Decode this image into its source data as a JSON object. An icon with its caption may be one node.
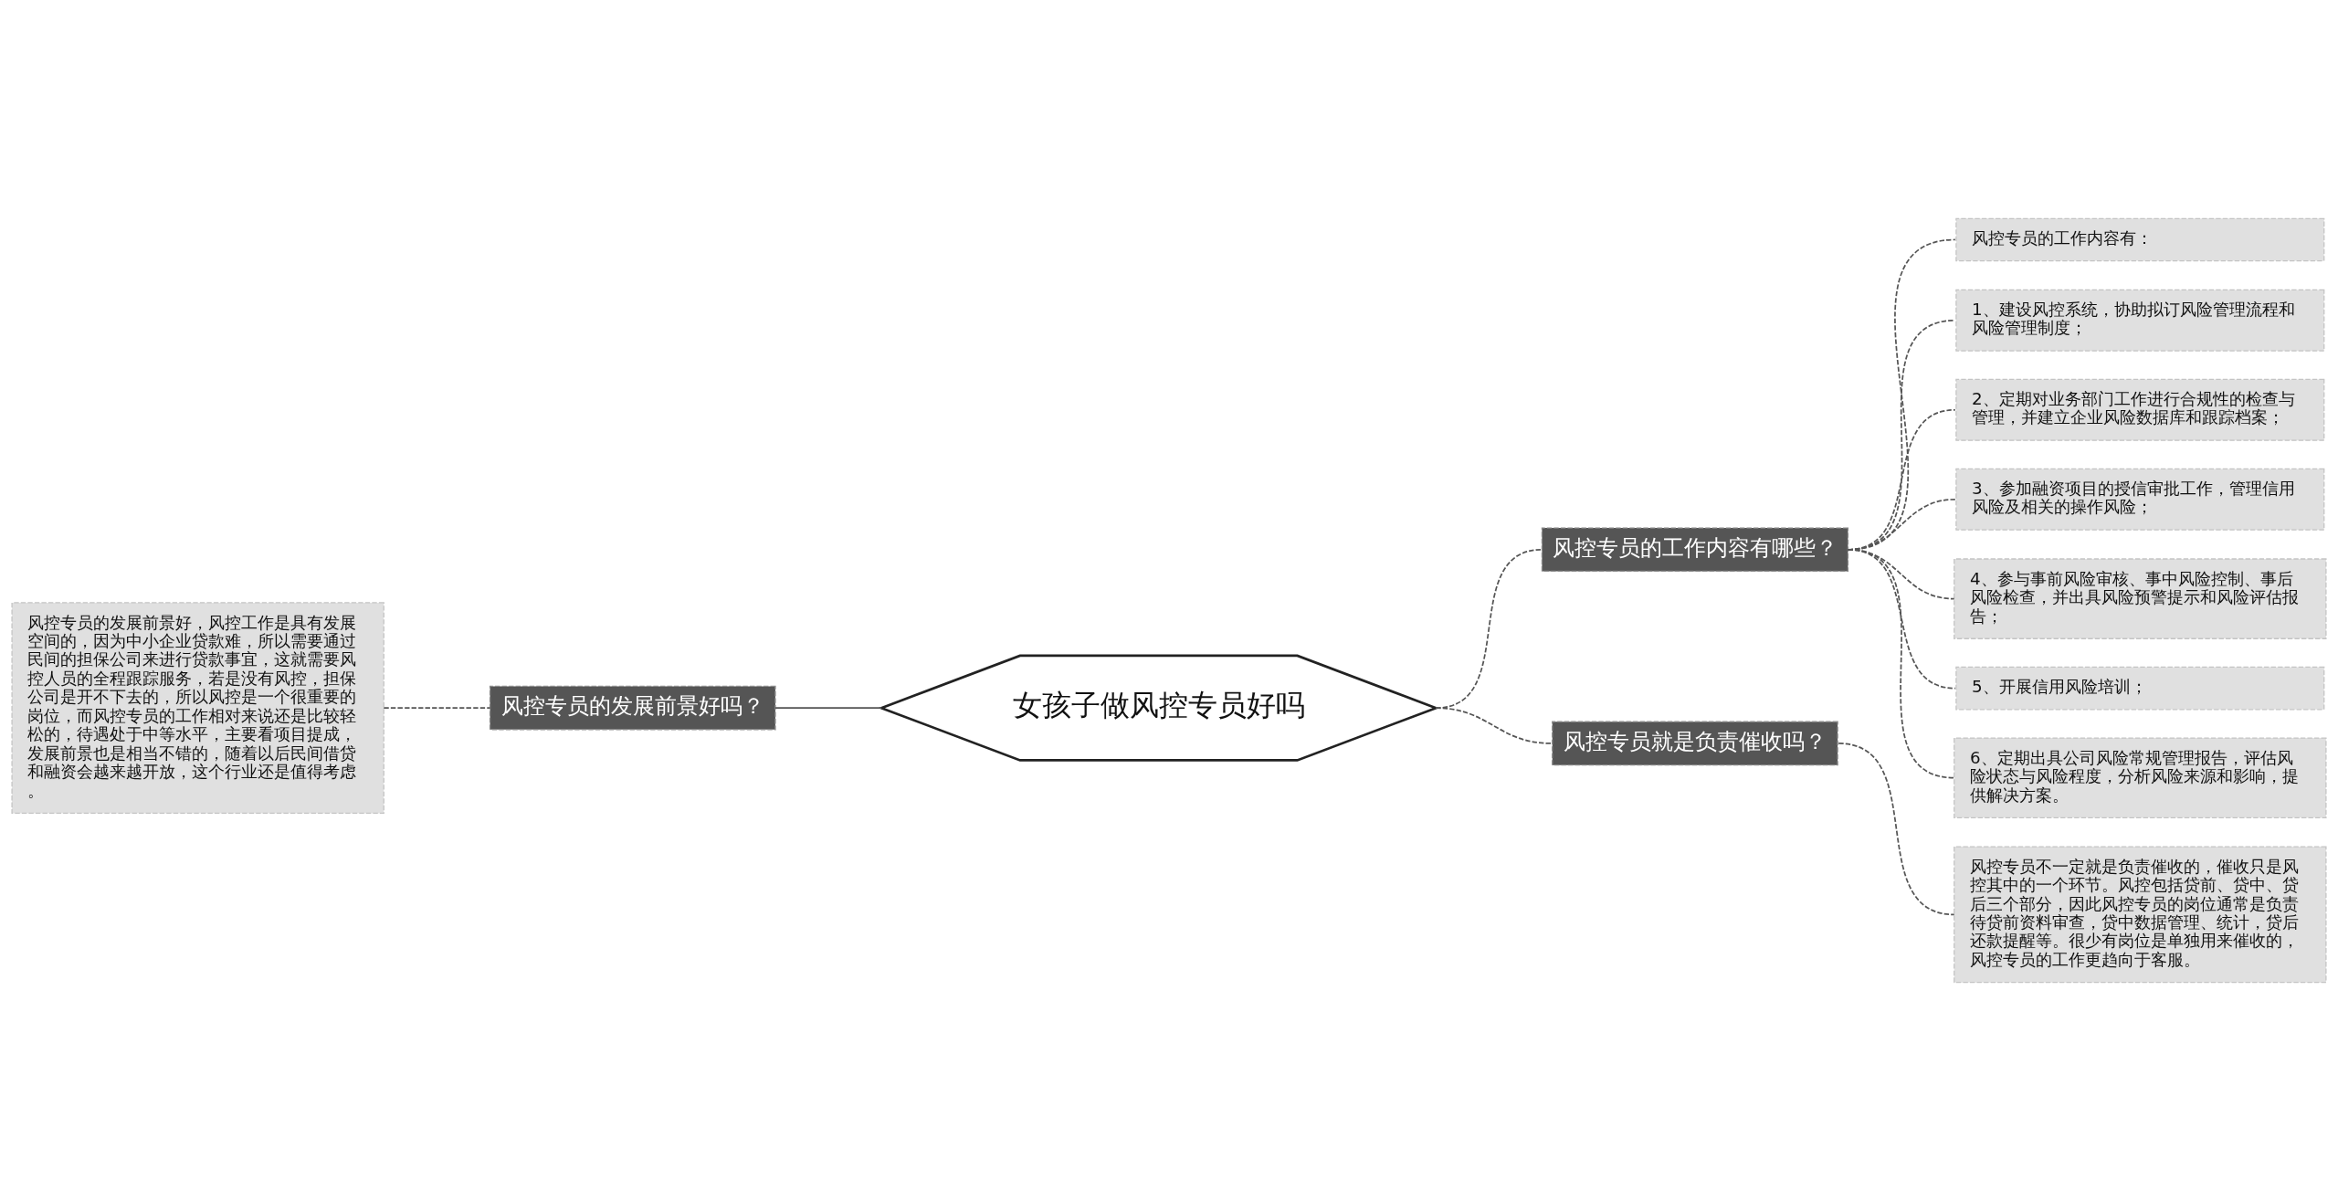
{
  "diagram": {
    "nodes": [
      {
        "text": [
          "女孩子做风控专员好吗"
        ]
      },
      {
        "text": [
          "风控专员的发展前景好吗？"
        ]
      },
      {
        "text": [
          "风控专员的发展前景好，风控工作是具有发展空间的，因为中小企业贷款难，所以需要通过民间的担保公司来进行贷款事宜，这就需要风控人员的全程跟踪服务，若是没有风控，担保公司是开不下去的，所以风控是一个很重要的岗位，而风控专员的工作相对来说还是比较轻松的，待遇处于中等水平，主要看项目提成，发展前景也是相当不错的，随着以后民间借贷和融资会越来越开放，这个行业还是值得考虑。"
        ]
      },
      {
        "text": [
          "风控专员的工作内容有哪些？"
        ]
      },
      {
        "text": [
          "风控专员的工作内容有："
        ]
      },
      {
        "text": [
          "1、建设风控系统，协助拟订风险管理流程和风险管理制度；"
        ]
      },
      {
        "text": [
          "2、定期对业务部门工作进行合规性的检查与管理，并建立企业风险数据库和跟踪档案；"
        ]
      },
      {
        "text": [
          "3、参加融资项目的授信审批工作，管理信用风险及相关的操作风险；"
        ]
      },
      {
        "text": [
          "4、参与事前风险审核、事中风险控制、事后风险检查，并出具风险预警提示和风险评估报告；"
        ]
      },
      {
        "text": [
          "5、开展信用风险培训；"
        ]
      },
      {
        "text": [
          "6、定期出具公司风险常规管理报告，评估风险状态与风险程度，分析风险来源和影响，提供解决方案。"
        ]
      },
      {
        "text": [
          "风控专员就是负责催收吗？"
        ]
      },
      {
        "text": [
          "风控专员不一定就是负责催收的，催收只是风控其中的一个环节。风控包括贷前、贷中、贷后三个部分，因此风控专员的岗位通常是负责待贷前资料审查，贷中数据管理、统计，贷后还款提醒等。很少有岗位是单独用来催收的，风控专员的工作更趋向于客服。"
        ]
      }
    ],
    "edges": [
      {
        "from": 0,
        "to": 1,
        "arrow": "none"
      },
      {
        "from": 1,
        "to": 2,
        "arrow": "none",
        "style": "dashed"
      },
      {
        "from": 0,
        "to": 3,
        "arrow": "none",
        "style": "dashed"
      },
      {
        "from": 0,
        "to": 11,
        "arrow": "none",
        "style": "dashed"
      },
      {
        "from": 3,
        "to": 4,
        "arrow": "none",
        "style": "dashed"
      },
      {
        "from": 3,
        "to": 5,
        "arrow": "none",
        "style": "dashed"
      },
      {
        "from": 3,
        "to": 6,
        "arrow": "none",
        "style": "dashed"
      },
      {
        "from": 3,
        "to": 7,
        "arrow": "none",
        "style": "dashed"
      },
      {
        "from": 3,
        "to": 8,
        "arrow": "none",
        "style": "dashed"
      },
      {
        "from": 3,
        "to": 9,
        "arrow": "none",
        "style": "dashed"
      },
      {
        "from": 3,
        "to": 10,
        "arrow": "none",
        "style": "dashed"
      },
      {
        "from": 11,
        "to": 12,
        "arrow": "none",
        "style": "dashed"
      }
    ]
  }
}
